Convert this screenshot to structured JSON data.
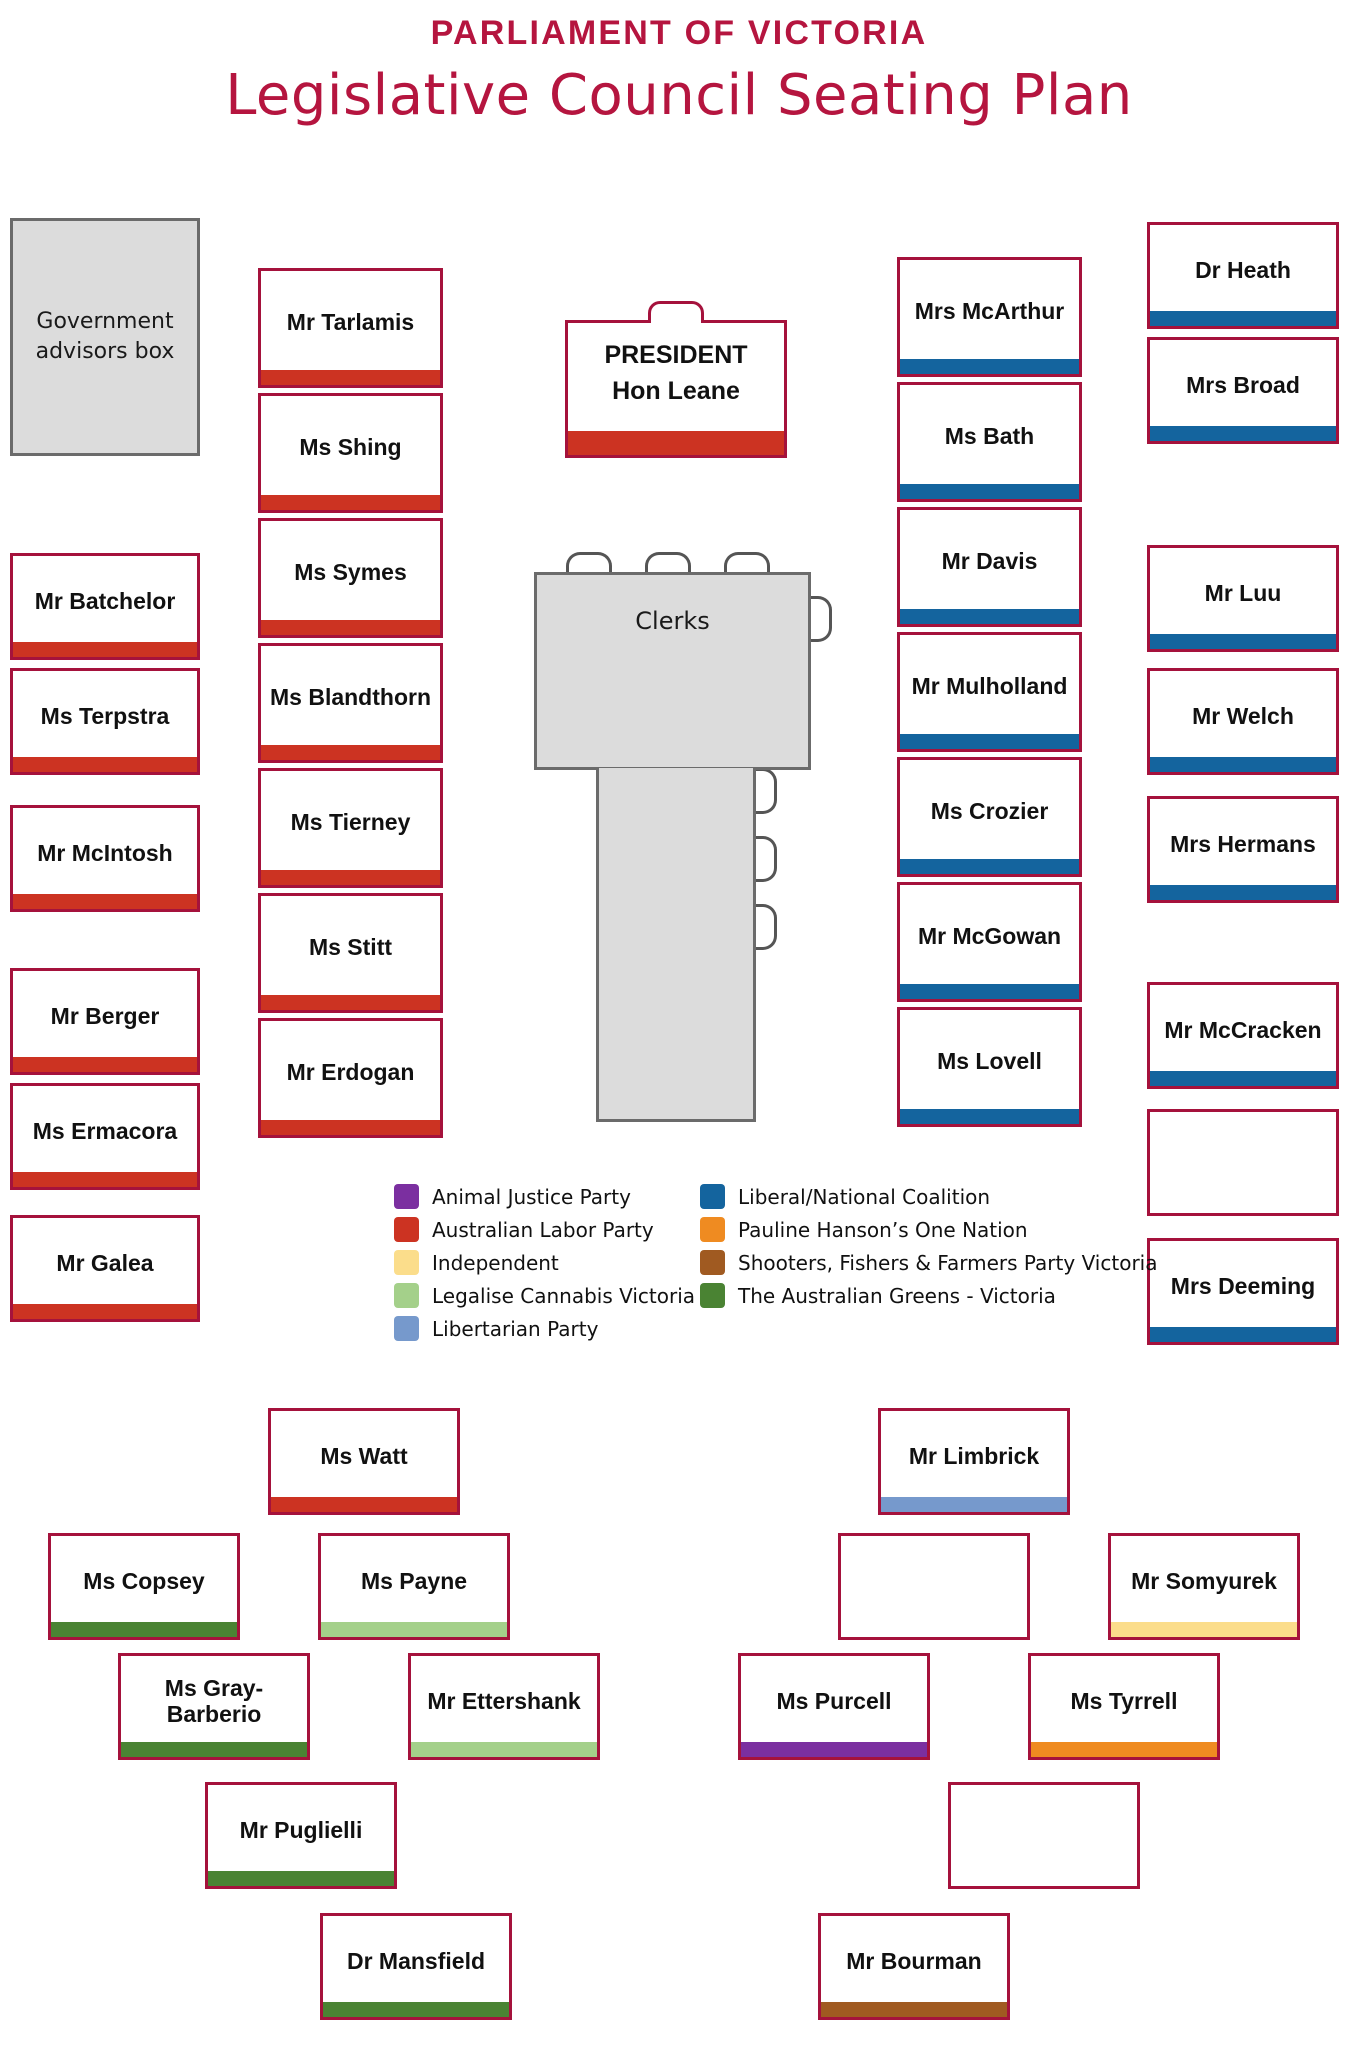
{
  "header": {
    "eyebrow": "PARLIAMENT OF VICTORIA",
    "title": "Legislative Council Seating Plan"
  },
  "colors": {
    "brand_red": "#b5153f",
    "card_border": "#a5123c",
    "animal_justice": "#7b2fa0",
    "labor": "#cc3322",
    "independent": "#fbdd8b",
    "legalise_cannabis": "#a4d08a",
    "libertarian": "#7699cc",
    "coalition": "#14649e",
    "one_nation": "#ef8b21",
    "shooters": "#a05a21",
    "greens": "#4a8333"
  },
  "advisors_box": {
    "label": "Government\nadvisors box"
  },
  "clerks_table": {
    "label": "Clerks"
  },
  "president": {
    "title": "PRESIDENT",
    "name": "Hon Leane",
    "party": "labor"
  },
  "seats": {
    "labor_inner_column": [
      {
        "name": "Mr Tarlamis",
        "party": "labor"
      },
      {
        "name": "Ms Shing",
        "party": "labor"
      },
      {
        "name": "Ms Symes",
        "party": "labor"
      },
      {
        "name": "Ms Blandthorn",
        "party": "labor"
      },
      {
        "name": "Ms Tierney",
        "party": "labor"
      },
      {
        "name": "Ms Stitt",
        "party": "labor"
      },
      {
        "name": "Mr Erdogan",
        "party": "labor"
      }
    ],
    "labor_outer_column": [
      {
        "name": "Mr Batchelor",
        "party": "labor"
      },
      {
        "name": "Ms Terpstra",
        "party": "labor"
      },
      {
        "name": "Mr McIntosh",
        "party": "labor"
      },
      {
        "name": "Mr Berger",
        "party": "labor"
      },
      {
        "name": "Ms Ermacora",
        "party": "labor"
      },
      {
        "name": "Mr Galea",
        "party": "labor"
      }
    ],
    "coalition_inner_column": [
      {
        "name": "Mrs McArthur",
        "party": "coalition"
      },
      {
        "name": "Ms Bath",
        "party": "coalition"
      },
      {
        "name": "Mr Davis",
        "party": "coalition"
      },
      {
        "name": "Mr Mulholland",
        "party": "coalition"
      },
      {
        "name": "Ms Crozier",
        "party": "coalition"
      },
      {
        "name": "Mr McGowan",
        "party": "coalition"
      },
      {
        "name": "Ms Lovell",
        "party": "coalition"
      }
    ],
    "coalition_outer_column": [
      {
        "name": "Dr Heath",
        "party": "coalition"
      },
      {
        "name": "Mrs Broad",
        "party": "coalition"
      },
      {
        "name": "Mr Luu",
        "party": "coalition"
      },
      {
        "name": "Mr Welch",
        "party": "coalition"
      },
      {
        "name": "Mrs Hermans",
        "party": "coalition"
      },
      {
        "name": "Mr McCracken",
        "party": "coalition"
      },
      {
        "name": "",
        "party": "none"
      },
      {
        "name": "Mrs Deeming",
        "party": "coalition"
      }
    ],
    "crossbench_left": [
      {
        "name": "Ms Watt",
        "party": "labor"
      },
      {
        "name": "Ms Copsey",
        "party": "greens"
      },
      {
        "name": "Ms Payne",
        "party": "legalise_cannabis"
      },
      {
        "name": "Ms Gray-Barberio",
        "party": "greens"
      },
      {
        "name": "Mr Ettershank",
        "party": "legalise_cannabis"
      },
      {
        "name": "Mr Puglielli",
        "party": "greens"
      },
      {
        "name": "Dr Mansfield",
        "party": "greens"
      }
    ],
    "crossbench_right": [
      {
        "name": "Mr Limbrick",
        "party": "libertarian"
      },
      {
        "name": "",
        "party": "none"
      },
      {
        "name": "Mr Somyurek",
        "party": "independent"
      },
      {
        "name": "Ms Purcell",
        "party": "animal_justice"
      },
      {
        "name": "Ms Tyrrell",
        "party": "one_nation"
      },
      {
        "name": "",
        "party": "none"
      },
      {
        "name": "Mr Bourman",
        "party": "shooters"
      }
    ]
  },
  "legend": {
    "left": [
      {
        "label": "Animal Justice Party",
        "color": "#7b2fa0"
      },
      {
        "label": "Australian Labor Party",
        "color": "#cc3322"
      },
      {
        "label": "Independent",
        "color": "#fbdd8b"
      },
      {
        "label": "Legalise Cannabis Victoria",
        "color": "#a4d08a"
      },
      {
        "label": "Libertarian Party",
        "color": "#7699cc"
      }
    ],
    "right": [
      {
        "label": "Liberal/National Coalition",
        "color": "#14649e"
      },
      {
        "label": "Pauline Hanson’s One Nation",
        "color": "#ef8b21"
      },
      {
        "label": "Shooters, Fishers & Farmers Party Victoria",
        "color": "#a05a21"
      },
      {
        "label": "The Australian Greens - Victoria",
        "color": "#4a8333"
      }
    ]
  }
}
